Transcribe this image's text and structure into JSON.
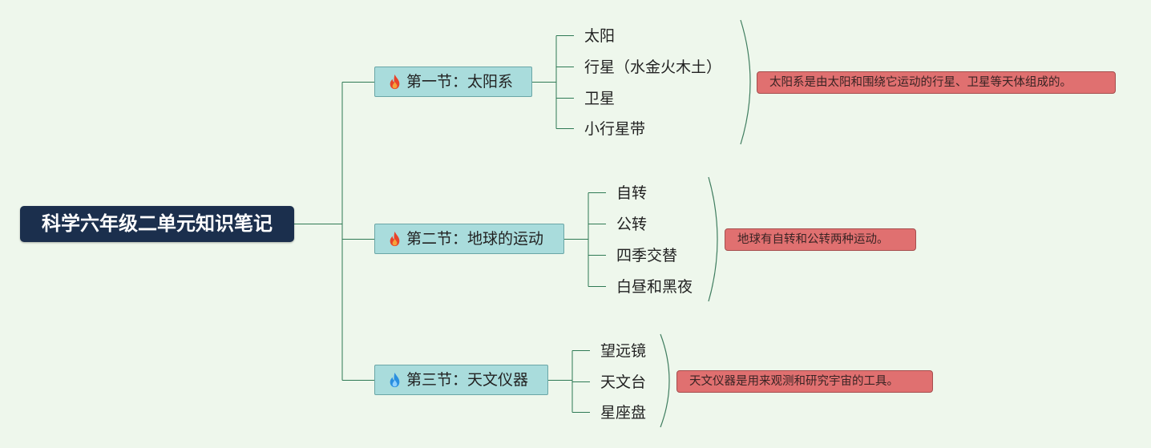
{
  "root": {
    "title": "科学六年级二单元知识笔记"
  },
  "sections": [
    {
      "label": "第一节：太阳系",
      "icon": "fire-red-icon",
      "icon_color": "#e8432a",
      "items": [
        "太阳",
        "行星（水金火木土）",
        "卫星",
        "小行星带"
      ],
      "note": "太阳系是由太阳和围绕它运动的行星、卫星等天体组成的。"
    },
    {
      "label": "第二节：地球的运动",
      "icon": "fire-red-icon",
      "icon_color": "#e8432a",
      "items": [
        "自转",
        "公转",
        "四季交替",
        "白昼和黑夜"
      ],
      "note": "地球有自转和公转两种运动。"
    },
    {
      "label": "第三节：天文仪器",
      "icon": "fire-blue-icon",
      "icon_color": "#2a8fe0",
      "items": [
        "望远镜",
        "天文台",
        "星座盘"
      ],
      "note": "天文仪器是用来观测和研究宇宙的工具。"
    }
  ],
  "colors": {
    "background": "#eef7ec",
    "root_fill": "#1b2f4d",
    "section_fill": "#a9dcdc",
    "note_fill": "#e07070",
    "connector": "#2f7a55"
  }
}
